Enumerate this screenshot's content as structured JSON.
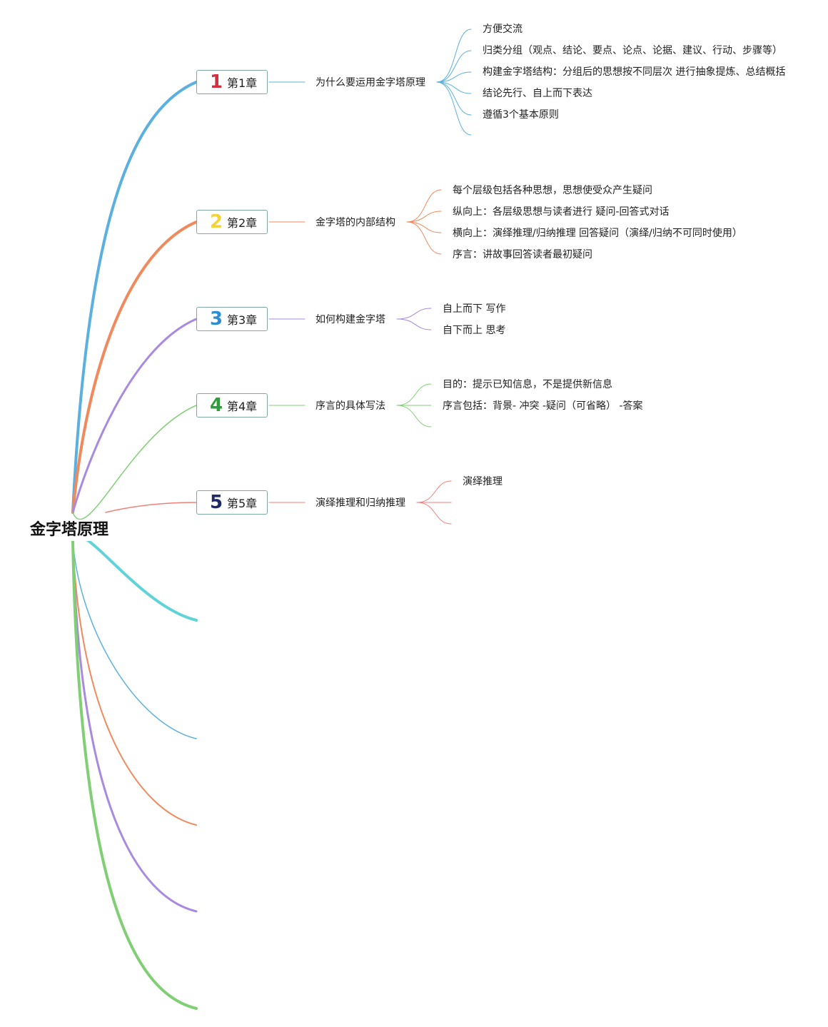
{
  "root": {
    "title": "金字塔原理"
  },
  "colors": {
    "blue": "#5bb0e0",
    "orange": "#f08a5d",
    "purple": "#a88be0",
    "green": "#80cf75",
    "red": "#f0807a",
    "teal": "#5fd3d8",
    "box_border": "#7fa9a2"
  },
  "chapters": [
    {
      "number": "1",
      "number_color": "#d32f3f",
      "label": "第1章",
      "topic": "为什么要运用金字塔原理",
      "leaves": [
        "方便交流",
        "归类分组（观点、结论、要点、论点、论据、建议、行动、步骤等）",
        "构建金字塔结构：分组后的思想按不同层次 进行抽象提炼、总结概括",
        "结论先行、自上而下表达",
        "遵循3个基本原则"
      ]
    },
    {
      "number": "2",
      "number_color": "#f2d33b",
      "label": "第2章",
      "topic": "金字塔的内部结构",
      "leaves": [
        "每个层级包括各种思想，思想使受众产生疑问",
        "纵向上：各层级思想与读者进行 疑问-回答式对话",
        "横向上：演绎推理/归纳推理 回答疑问（演绎/归纳不可同时使用）",
        "序言：讲故事回答读者最初疑问"
      ]
    },
    {
      "number": "3",
      "number_color": "#2c8fd6",
      "label": "第3章",
      "topic": "如何构建金字塔",
      "leaves": [
        "自上而下 写作",
        "自下而上 思考"
      ]
    },
    {
      "number": "4",
      "number_color": "#2e9e3a",
      "label": "第4章",
      "topic": "序言的具体写法",
      "leaves": [
        "目的：提示已知信息，不是提供新信息",
        "序言包括：背景- 冲突 -疑问（可省略） -答案"
      ]
    },
    {
      "number": "5",
      "number_color": "#1f2a6b",
      "label": "第5章",
      "topic": "演绎推理和归纳推理",
      "leaves": [
        "演绎推理"
      ]
    }
  ]
}
